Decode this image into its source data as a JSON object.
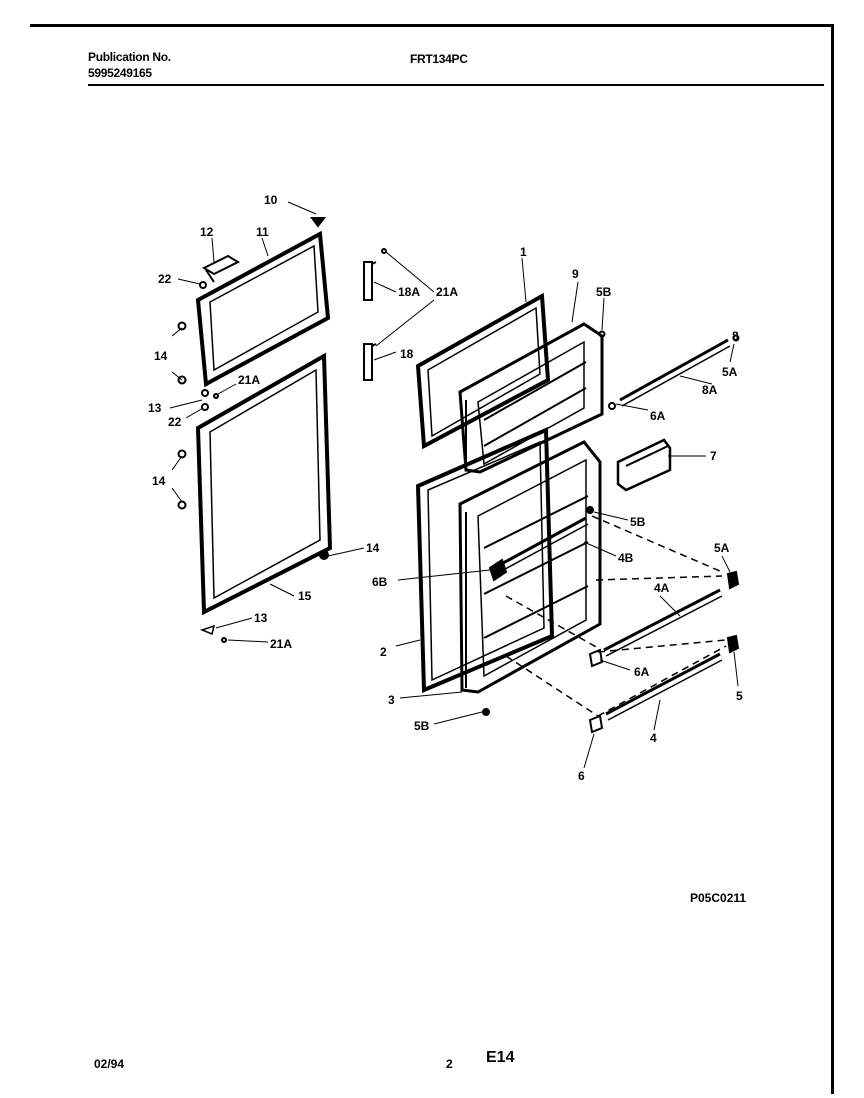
{
  "header": {
    "publication_label": "Publication No.",
    "publication_number": "5995249165",
    "model": "FRT134PC"
  },
  "diagram_code": "P05C0211",
  "footer": {
    "date": "02/94",
    "page": "2",
    "section": "E14"
  },
  "callouts": {
    "c1": "1",
    "c2": "2",
    "c3": "3",
    "c4": "4",
    "c4A": "4A",
    "c4B": "4B",
    "c5": "5",
    "c5A_top": "5A",
    "c5A_mid": "5A",
    "c5B_top": "5B",
    "c5B_mid": "5B",
    "c5B_bot": "5B",
    "c6": "6",
    "c6A_top": "6A",
    "c6A_bot": "6A",
    "c6B": "6B",
    "c7": "7",
    "c8": "8",
    "c8A": "8A",
    "c9": "9",
    "c10": "10",
    "c11": "11",
    "c12": "12",
    "c13_top": "13",
    "c13_bot": "13",
    "c14_a": "14",
    "c14_b": "14",
    "c14_c": "14",
    "c15": "15",
    "c18": "18",
    "c18A": "18A",
    "c21A_top": "21A",
    "c21A_mid": "21A",
    "c21A_bot": "21A",
    "c22_top": "22",
    "c22_bot": "22"
  }
}
